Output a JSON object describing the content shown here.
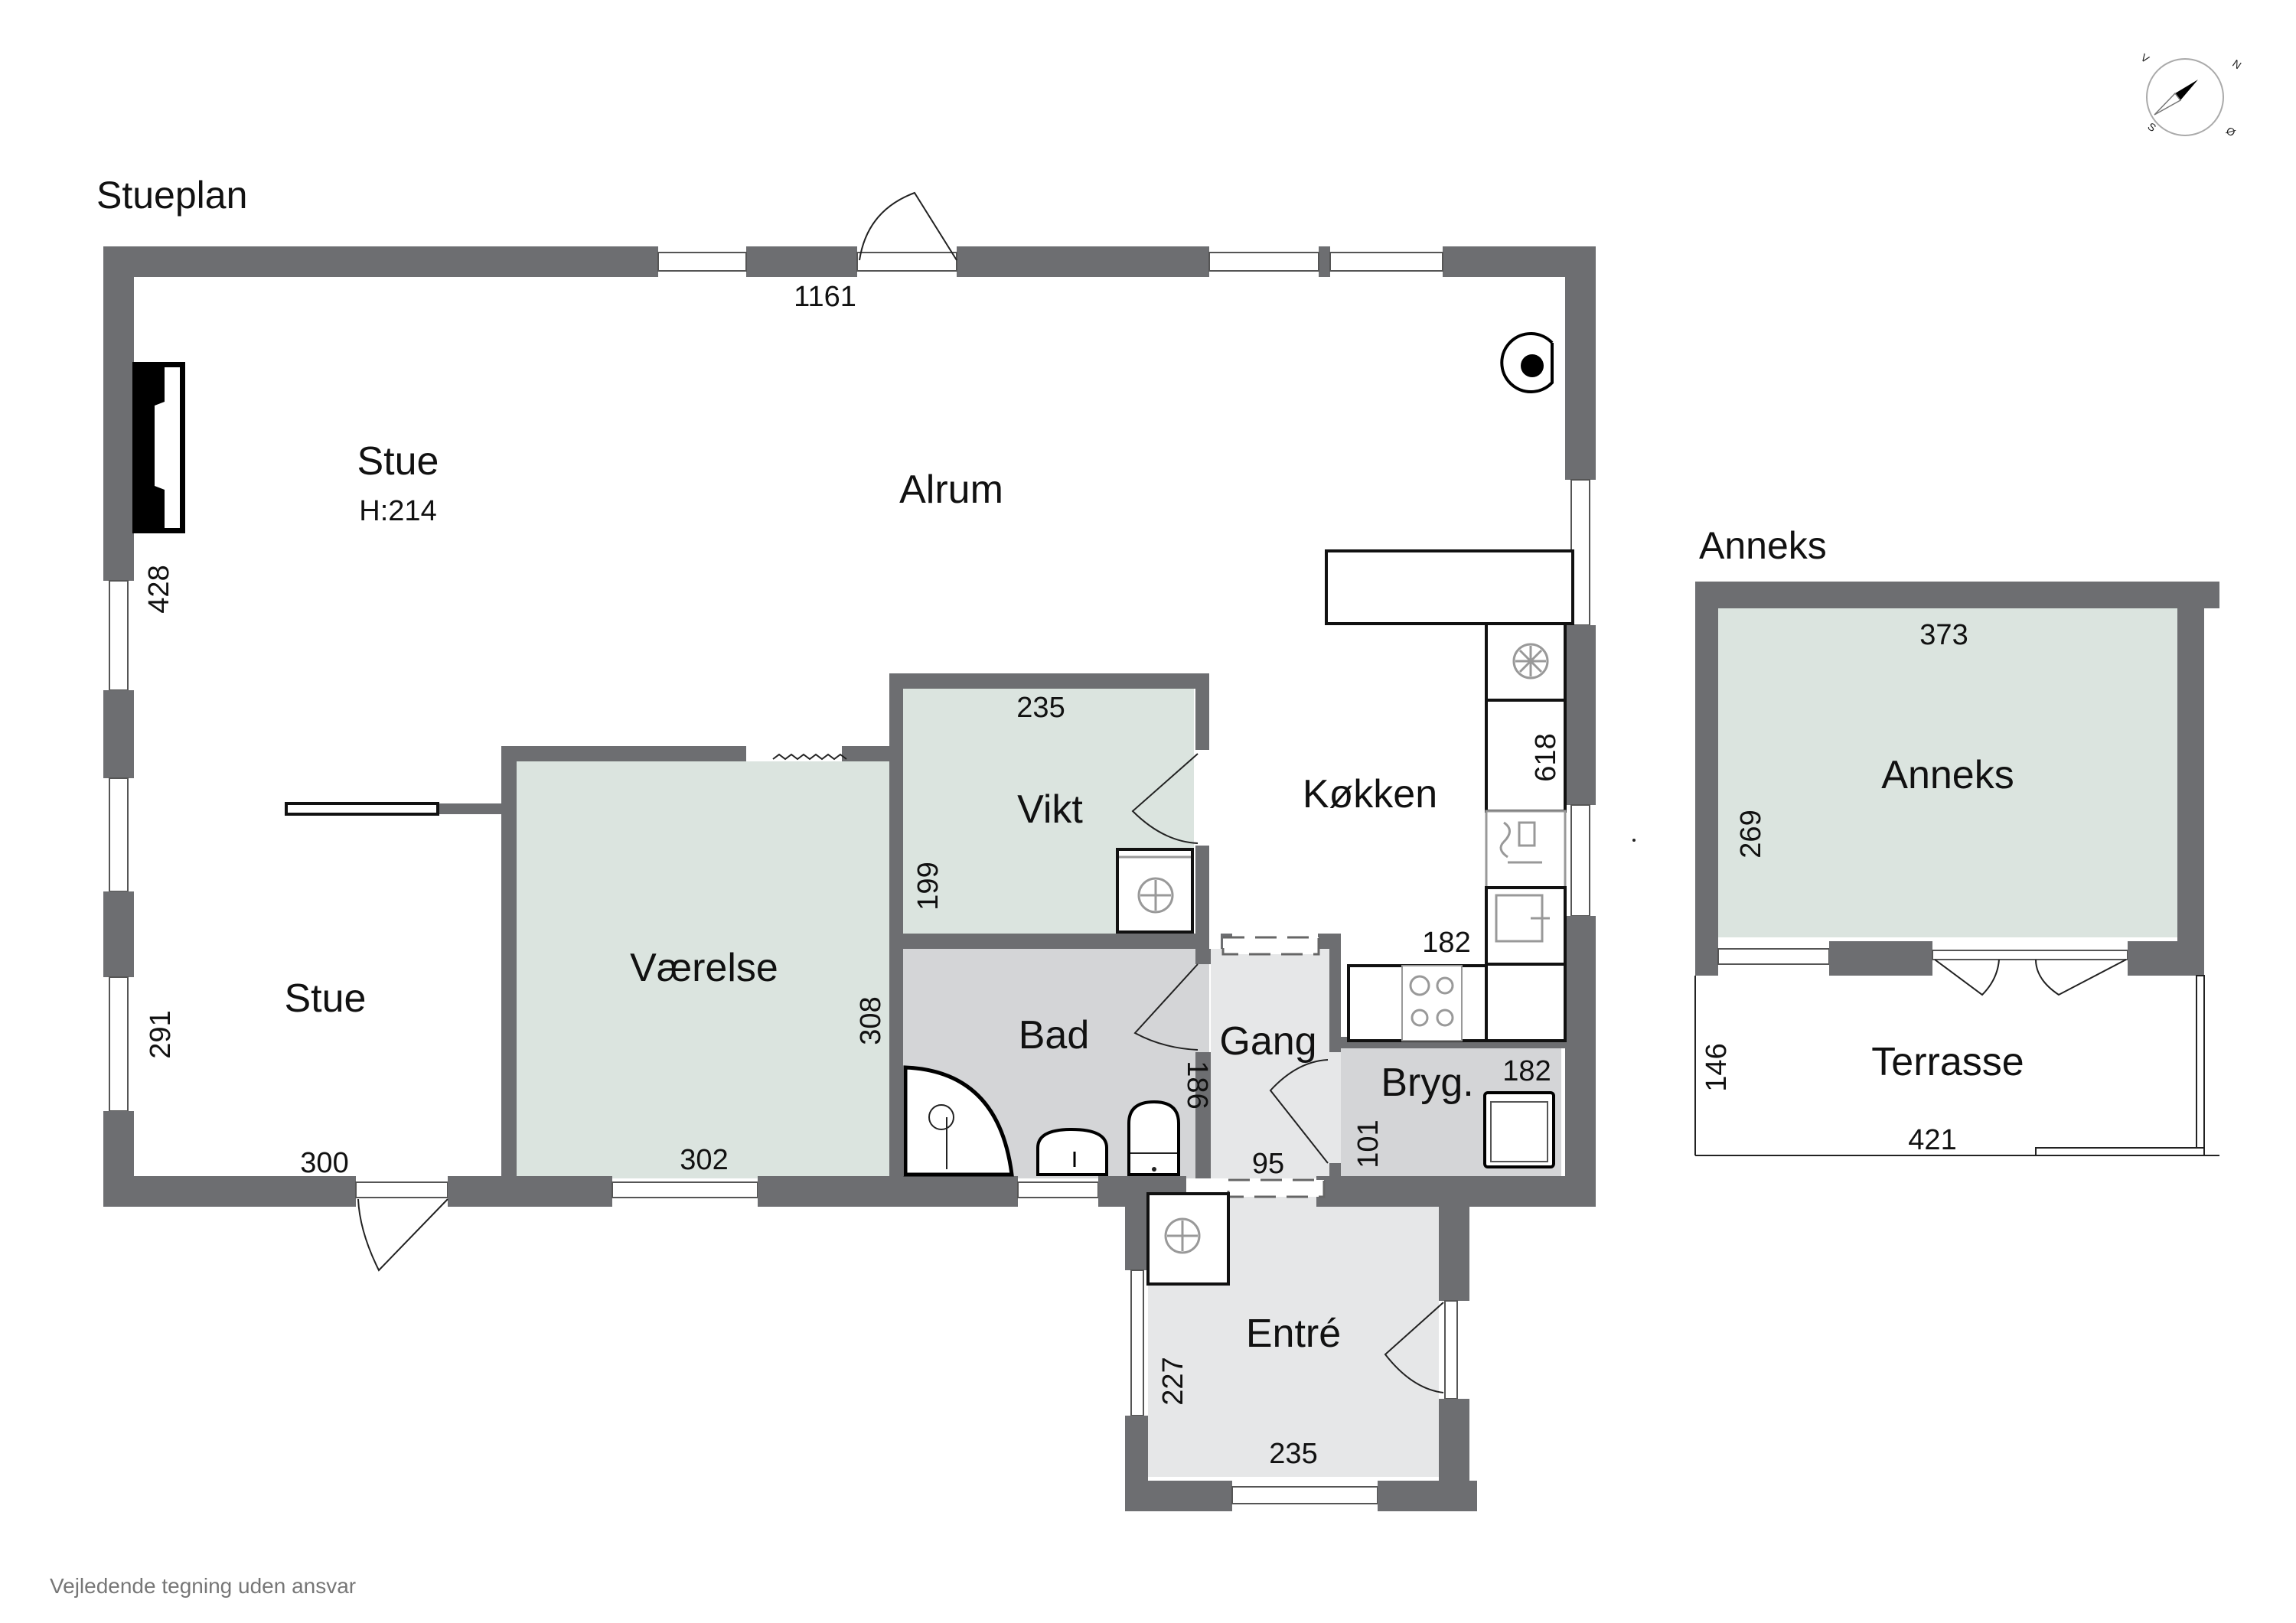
{
  "plans": {
    "main_title": "Stueplan",
    "annex_title": "Anneks"
  },
  "rooms": {
    "stue_top": {
      "label": "Stue",
      "height": "H:214"
    },
    "alrum": {
      "label": "Alrum"
    },
    "stue_bottom": {
      "label": "Stue"
    },
    "vaerelse": {
      "label": "Værelse"
    },
    "vikt": {
      "label": "Vikt"
    },
    "koekken": {
      "label": "Køkken"
    },
    "bad": {
      "label": "Bad"
    },
    "gang": {
      "label": "Gang"
    },
    "bryg": {
      "label": "Bryg."
    },
    "entre": {
      "label": "Entré"
    },
    "anneks": {
      "label": "Anneks"
    },
    "terrasse": {
      "label": "Terrasse"
    }
  },
  "dimensions": {
    "top_wall": "1161",
    "stue_left_upper": "428",
    "stue_left_lower": "291",
    "stue_bottom": "300",
    "vaerelse_bottom": "302",
    "vaerelse_right": "308",
    "vikt_top": "235",
    "vikt_left": "199",
    "koekken_right": "618",
    "koekken_bottom": "182",
    "bad_right": "186",
    "gang_bottom": "95",
    "bryg_left": "101",
    "bryg_top": "182",
    "entre_left": "227",
    "entre_bottom": "235",
    "anneks_top": "373",
    "anneks_left": "269",
    "terrasse_left": "146",
    "terrasse_bottom": "421"
  },
  "compass": {
    "labels": {
      "n": "N",
      "o": "Ø",
      "s": "S",
      "v": "V"
    },
    "icon": "compass-icon"
  },
  "footer": {
    "disclaimer": "Vejledende tegning uden ansvar"
  },
  "colors": {
    "wall": "#6d6e71",
    "floor_green": "#dbe4df",
    "floor_grey": "#d4d5d7",
    "floor_light": "#e6e7e8"
  }
}
